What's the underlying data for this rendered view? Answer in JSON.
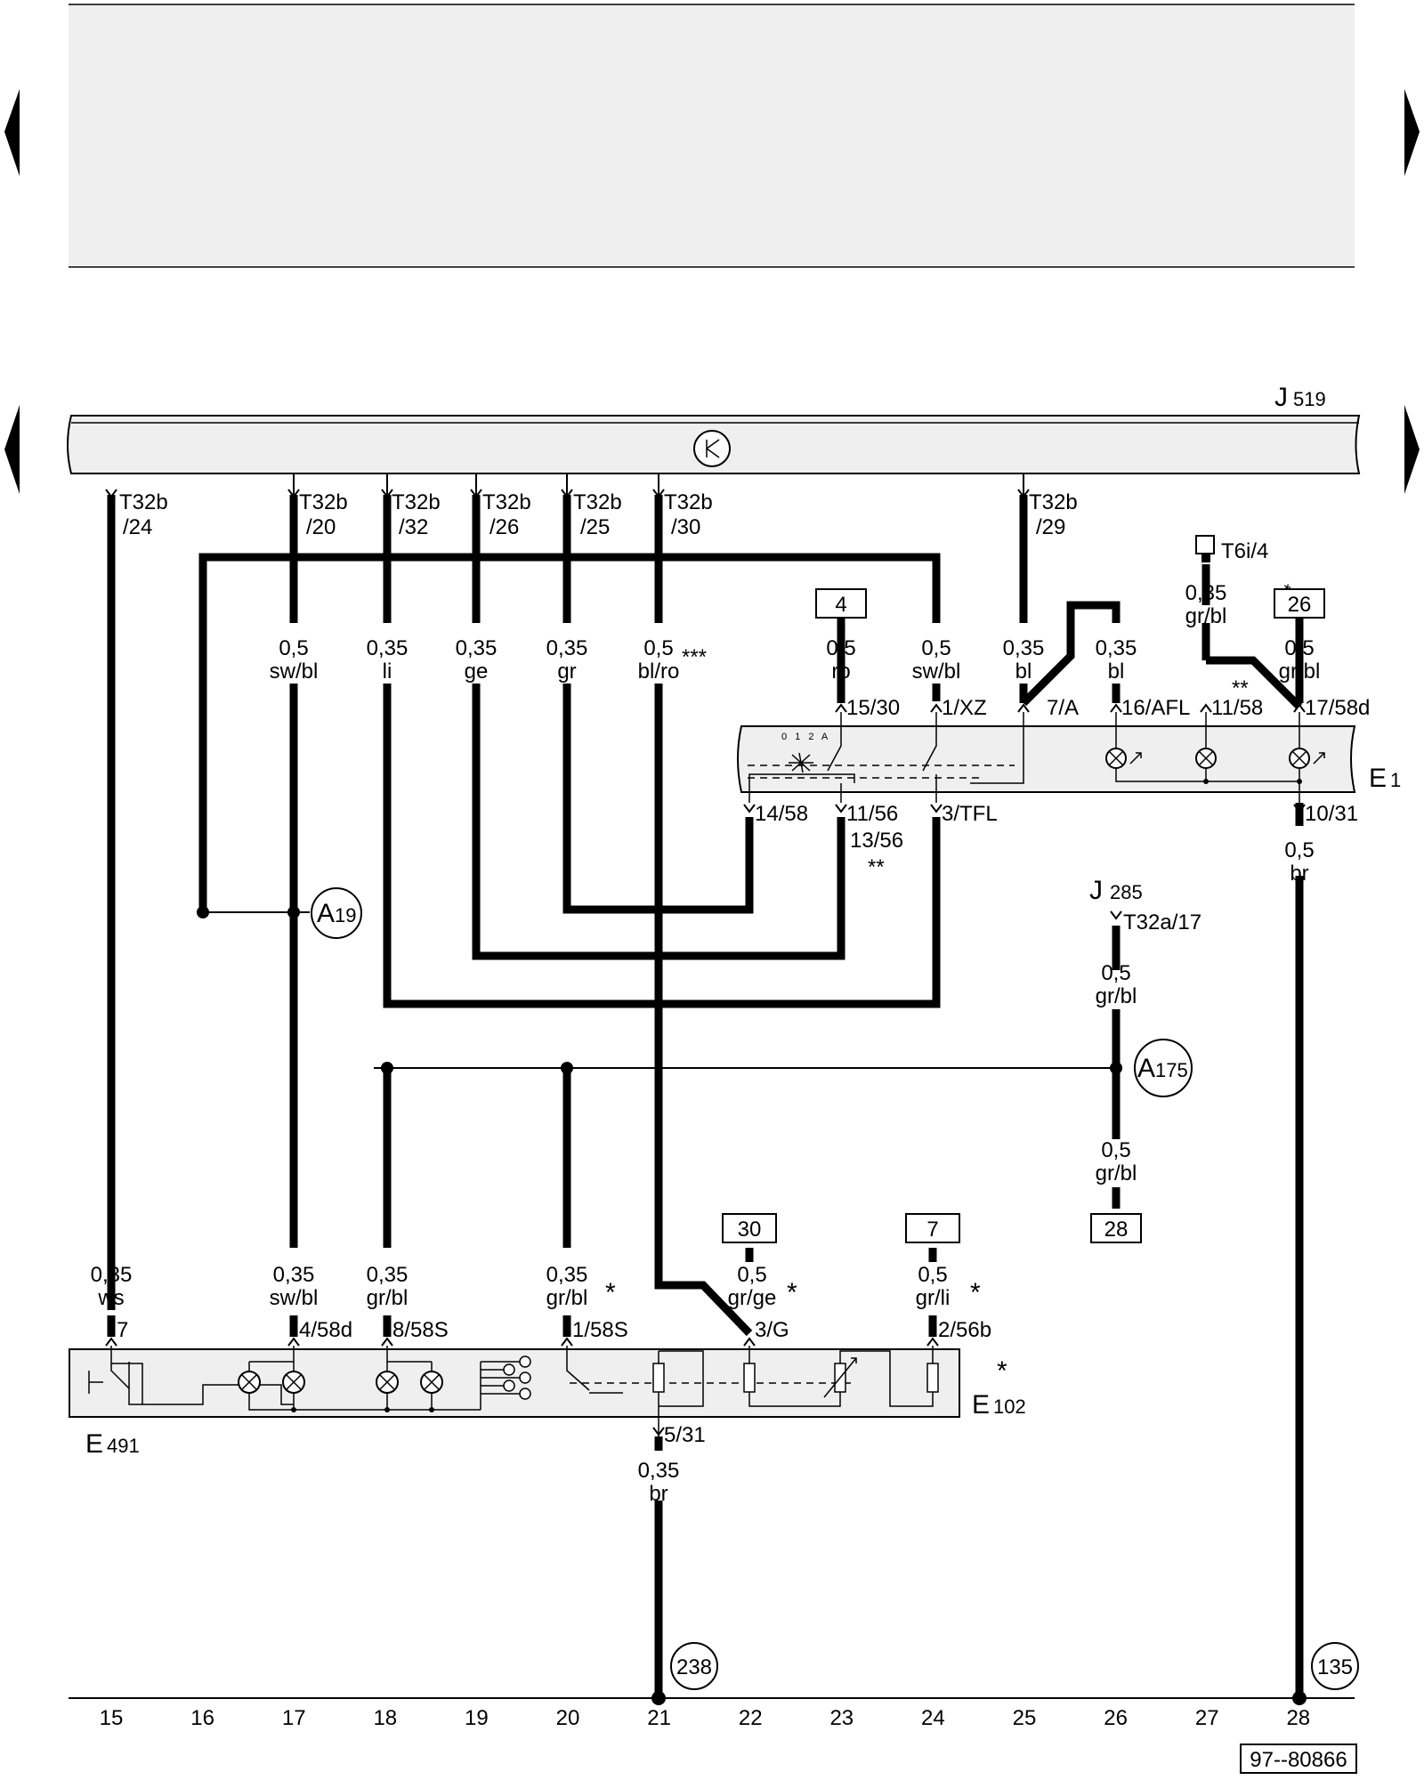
{
  "title_box": {
    "fill": "#efefef"
  },
  "components": {
    "j519": {
      "letter": "J",
      "num": "519"
    },
    "e1": {
      "letter": "E",
      "num": "1"
    },
    "e102": {
      "letter": "E",
      "num": "102",
      "star": "*"
    },
    "e491": {
      "letter": "E",
      "num": "491"
    },
    "j285": {
      "letter": "J",
      "num": "285"
    }
  },
  "connectors": {
    "t24": [
      "T32b",
      "/24"
    ],
    "t20": [
      "T32b",
      "/20"
    ],
    "t32": [
      "T32b",
      "/32"
    ],
    "t26": [
      "T32b",
      "/26"
    ],
    "t25": [
      "T32b",
      "/25"
    ],
    "t30": [
      "T32b",
      "/30"
    ],
    "t29": [
      "T32b",
      "/29"
    ],
    "t6i": "T6i/4",
    "t32a": "T32a/17"
  },
  "wires": {
    "w20": [
      "0,5",
      "sw/bl"
    ],
    "w32": [
      "0,35",
      "li"
    ],
    "w26": [
      "0,35",
      "ge"
    ],
    "w25": [
      "0,35",
      "gr"
    ],
    "w30": [
      "0,5",
      "bl/ro"
    ],
    "w30_star": "***",
    "w_ro": [
      "0,5",
      "ro"
    ],
    "w_xz": [
      "0,5",
      "sw/bl"
    ],
    "w29": [
      "0,35",
      "bl"
    ],
    "w_afl": [
      "0,35",
      "bl"
    ],
    "w_t6i": [
      "0,35",
      "gr/bl"
    ],
    "w_t6i_star": "***",
    "w_58d": [
      "0,5",
      "gr/bl"
    ],
    "w_31e1": [
      "0,5",
      "br"
    ],
    "w_j285a": [
      "0,5",
      "gr/bl"
    ],
    "w_j285b": [
      "0,5",
      "gr/bl"
    ],
    "b_ws": [
      "0,35",
      "ws"
    ],
    "b_swbl": [
      "0,35",
      "sw/bl"
    ],
    "b_grbl": [
      "0,35",
      "gr/bl"
    ],
    "b_grbl2": [
      "0,35",
      "gr/bl"
    ],
    "b_grbl2_star": "*",
    "b_grge": [
      "0,5",
      "gr/ge"
    ],
    "b_grge_star": "*",
    "b_grli": [
      "0,5",
      "gr/li"
    ],
    "b_grli_star": "*",
    "w_31e102": [
      "0,35",
      "br"
    ]
  },
  "pins": {
    "p15_30": "15/30",
    "p1_xz": "1/XZ",
    "p7_a": "7/A",
    "p16_afl": "16/AFL",
    "p11_58": "11/58",
    "p11_58_star": "**",
    "p17_58d": "17/58d",
    "p14_58": "14/58",
    "p11_56": "11/56",
    "p13_56": "13/56",
    "p13_56_star": "**",
    "p3_tfl": "3/TFL",
    "p10_31": "10/31",
    "e_7": "7",
    "e_4_58d": "4/58d",
    "e_8_58s": "8/58S",
    "e_1_58s": "1/58S",
    "e_3_g": "3/G",
    "e_2_56b": "2/56b",
    "e_5_31": "5/31"
  },
  "boxes": {
    "b4": "4",
    "b26": "26",
    "b28": "28",
    "b30": "30",
    "b7": "7"
  },
  "connections": {
    "a19": {
      "letter": "A",
      "num": "19"
    },
    "a175": {
      "letter": "A",
      "num": "175"
    }
  },
  "circle_refs": {
    "c238": "238",
    "c135": "135"
  },
  "switch_scale": "0 1 2 A",
  "ruler": [
    "15",
    "16",
    "17",
    "18",
    "19",
    "20",
    "21",
    "22",
    "23",
    "24",
    "25",
    "26",
    "27",
    "28"
  ],
  "figure_id": "97--80866"
}
